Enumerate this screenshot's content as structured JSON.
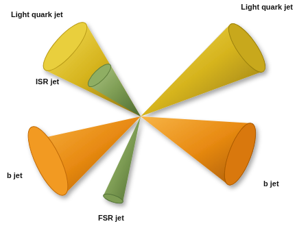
{
  "diagram": {
    "labels": [
      "Light quark jet",
      "Light quark jet",
      "ISR jet",
      "b jet",
      "b jet",
      "FSR jet"
    ]
  }
}
